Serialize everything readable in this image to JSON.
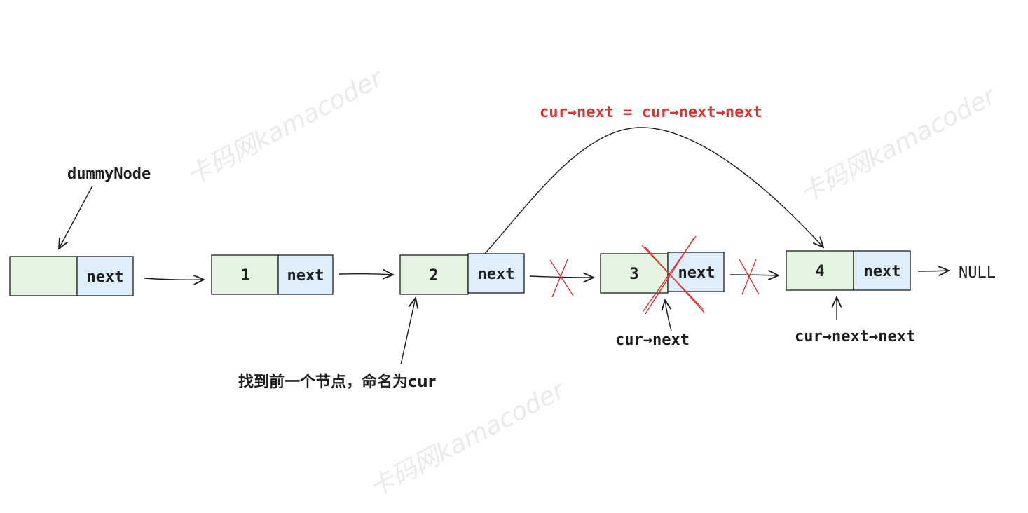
{
  "nodes": [
    {
      "value": "",
      "next": "next"
    },
    {
      "value": "1",
      "next": "next"
    },
    {
      "value": "2",
      "next": "next"
    },
    {
      "value": "3",
      "next": "next"
    },
    {
      "value": "4",
      "next": "next"
    }
  ],
  "labels": {
    "dummy": "dummyNode",
    "formula": "cur→next = cur→next→next",
    "cur_hint": "找到前一个节点，命名为cur",
    "cur_next": "cur→next",
    "cur_next_next": "cur→next→next",
    "null": "NULL"
  },
  "watermark": "卡码网kamacoder",
  "colors": {
    "value_fill": "#e3f5e1",
    "next_fill": "#dfeefb",
    "stroke": "#1e1e1e",
    "red": "#e03131"
  }
}
